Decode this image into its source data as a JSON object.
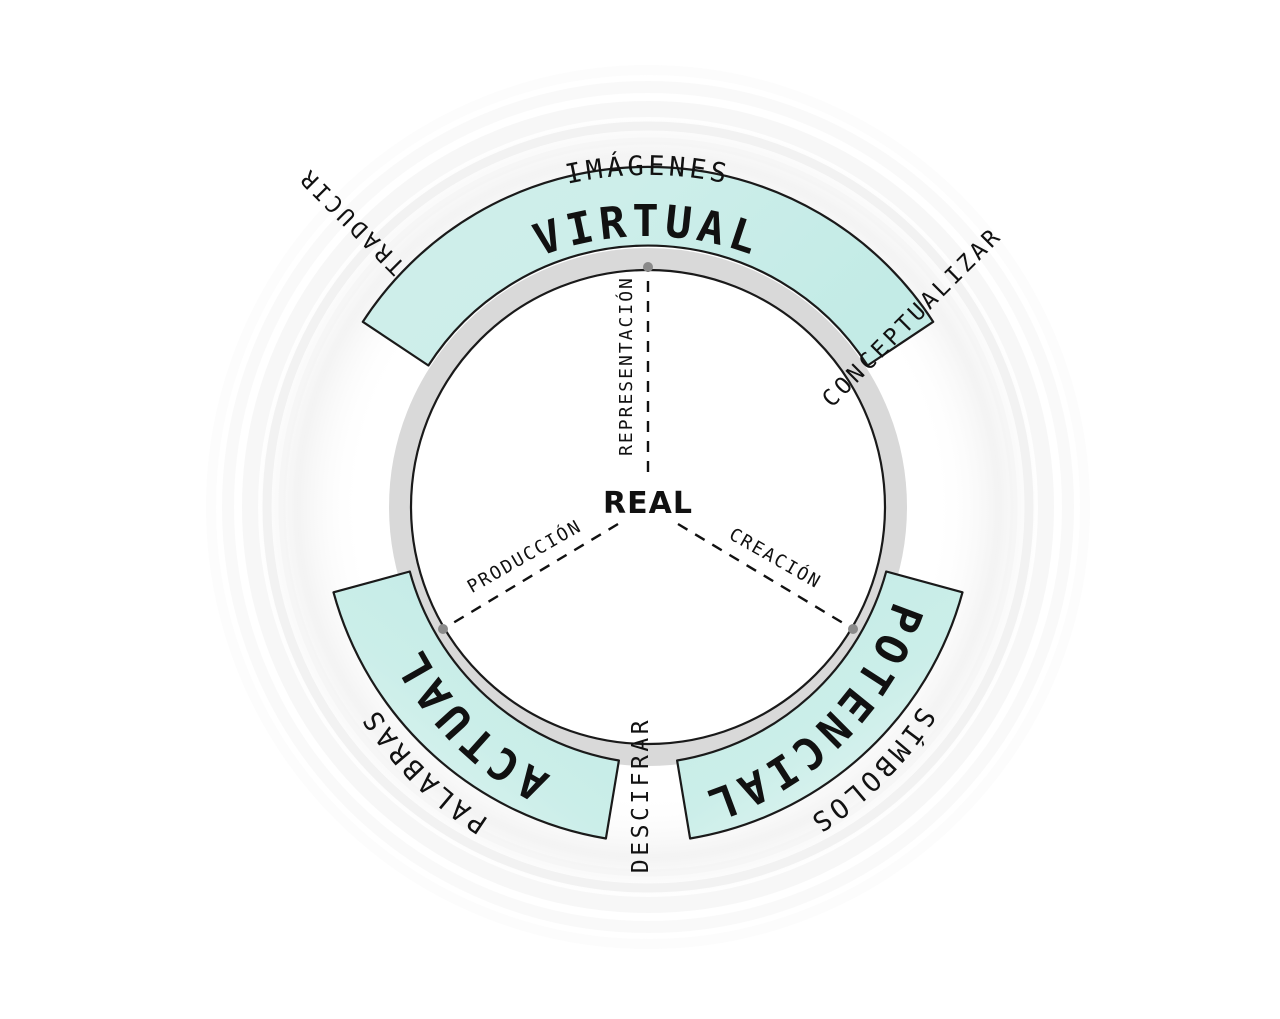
{
  "diagram": {
    "title": "REAL",
    "center_label": "REAL",
    "background_color": "#ffffff",
    "segment_fill": "#c9ece8",
    "segment_fill_light": "#e2f5f2",
    "segment_stroke": "#1a1a1a",
    "inner_band_color": "#d9d9d9",
    "halo_color": "#ebebeb",
    "segments": [
      {
        "id": "virtual",
        "ring_label": "VIRTUAL",
        "outer_label": "IMÁGENES",
        "position": "top"
      },
      {
        "id": "potencial",
        "ring_label": "POTENCIAL",
        "outer_label": "SÍMBOLOS",
        "position": "bottom-right"
      },
      {
        "id": "actual",
        "ring_label": "ACTUAL",
        "outer_label": "PALABRAS",
        "position": "bottom-left"
      }
    ],
    "gap_labels": [
      {
        "id": "traducir",
        "text": "TRADUCIR",
        "between": "actual-virtual"
      },
      {
        "id": "conceptualizar",
        "text": "CONCEPTUALIZAR",
        "between": "virtual-potencial"
      },
      {
        "id": "descifrar",
        "text": "DESCIFRAR",
        "between": "potencial-actual"
      }
    ],
    "spokes": [
      {
        "id": "representacion",
        "text": "REPRESENTACIÓN",
        "direction": "up",
        "to_segment": "virtual"
      },
      {
        "id": "creacion",
        "text": "CREACIÓN",
        "direction": "lower-right",
        "to_segment": "potencial"
      },
      {
        "id": "produccion",
        "text": "PRODUCCIÓN",
        "direction": "lower-left",
        "to_segment": "actual"
      }
    ]
  }
}
